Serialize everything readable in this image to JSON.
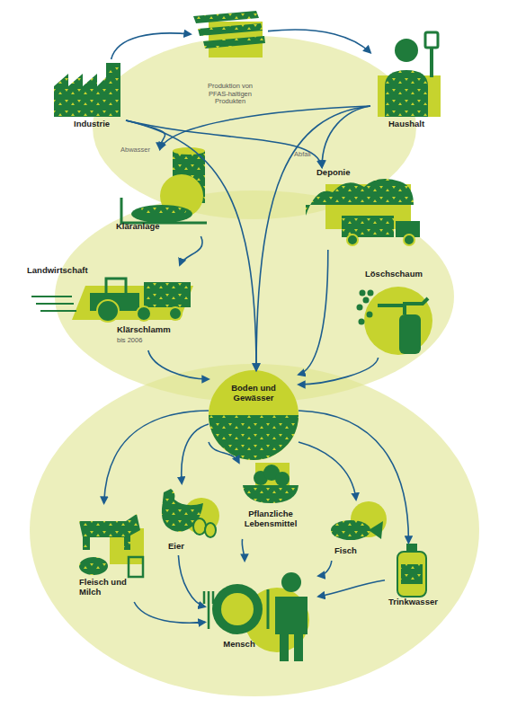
{
  "diagram": {
    "nodes": [
      {
        "text": [
          "Industrie"
        ]
      },
      {
        "text": [
          "Produktion von PFAS-haltigen Produkten"
        ]
      },
      {
        "text": [
          "Haushalt"
        ]
      },
      {
        "text": [
          "Kläranlage"
        ]
      },
      {
        "text": [
          "Deponie"
        ]
      },
      {
        "text": [
          "Landwirtschaft",
          "Klärschlamm",
          "bis 2006"
        ]
      },
      {
        "text": [
          "Löschschaum"
        ]
      },
      {
        "text": [
          "Boden und Gewässer"
        ]
      },
      {
        "text": [
          "Fleisch und Milch"
        ]
      },
      {
        "text": [
          "Eier"
        ]
      },
      {
        "text": [
          "Pflanzliche Lebensmittel"
        ]
      },
      {
        "text": [
          "Fisch"
        ]
      },
      {
        "text": [
          "Trinkwasser"
        ]
      },
      {
        "text": [
          "Mensch"
        ]
      }
    ],
    "edges": [
      {
        "from": 0,
        "to": 1,
        "arrow": "to"
      },
      {
        "from": 1,
        "to": 2,
        "arrow": "to"
      },
      {
        "from": 0,
        "to": 3,
        "label": "Abwasser",
        "arrow": "to"
      },
      {
        "from": 0,
        "to": 4,
        "label": "Abfall",
        "arrow": "to"
      },
      {
        "from": 0,
        "to": 7,
        "arrow": "to"
      },
      {
        "from": 2,
        "to": 3,
        "arrow": "to"
      },
      {
        "from": 2,
        "to": 4,
        "arrow": "to"
      },
      {
        "from": 2,
        "to": 7,
        "arrow": "to"
      },
      {
        "from": 3,
        "to": 5,
        "arrow": "to"
      },
      {
        "from": 5,
        "to": 7,
        "arrow": "to"
      },
      {
        "from": 4,
        "to": 7,
        "arrow": "to"
      },
      {
        "from": 6,
        "to": 7,
        "arrow": "to"
      },
      {
        "from": 7,
        "to": 8,
        "arrow": "to"
      },
      {
        "from": 7,
        "to": 9,
        "arrow": "to"
      },
      {
        "from": 7,
        "to": 10,
        "arrow": "to"
      },
      {
        "from": 7,
        "to": 11,
        "arrow": "to"
      },
      {
        "from": 7,
        "to": 12,
        "arrow": "to"
      },
      {
        "from": 8,
        "to": 13,
        "arrow": "to"
      },
      {
        "from": 9,
        "to": 13,
        "arrow": "to"
      },
      {
        "from": 10,
        "to": 13,
        "arrow": "to"
      },
      {
        "from": 11,
        "to": 13,
        "arrow": "to"
      },
      {
        "from": 12,
        "to": 13,
        "arrow": "to"
      }
    ]
  }
}
